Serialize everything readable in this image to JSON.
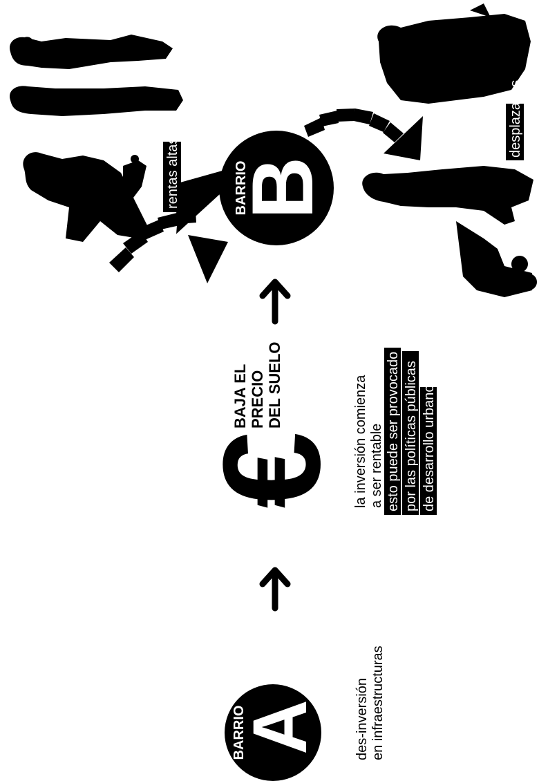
{
  "colors": {
    "ink": "#000000",
    "paper": "#ffffff"
  },
  "barrio_a": {
    "word": "BARRIO",
    "letter": "A"
  },
  "barrio_b": {
    "word": "BARRIO",
    "letter": "B"
  },
  "euro_symbol": "€",
  "price_drop": {
    "lines": [
      "BAJA EL",
      "PRECIO",
      "DEL SUELO"
    ]
  },
  "disinvestment": {
    "lines": [
      "des-inversión",
      "en infraestructuras"
    ]
  },
  "investment": {
    "lines": [
      "la inversión comienza",
      "a ser rentable"
    ],
    "highlighted_lines": [
      "esto puede ser provocado",
      "por las políticas públicas",
      "de desarrollo urbano"
    ]
  },
  "rich_label": "rentas altas",
  "displaced_label": "desplazados",
  "icons": [
    "arrow-up-icon",
    "euro-icon",
    "people-silhouette-icon",
    "curved-arrow-icon"
  ]
}
